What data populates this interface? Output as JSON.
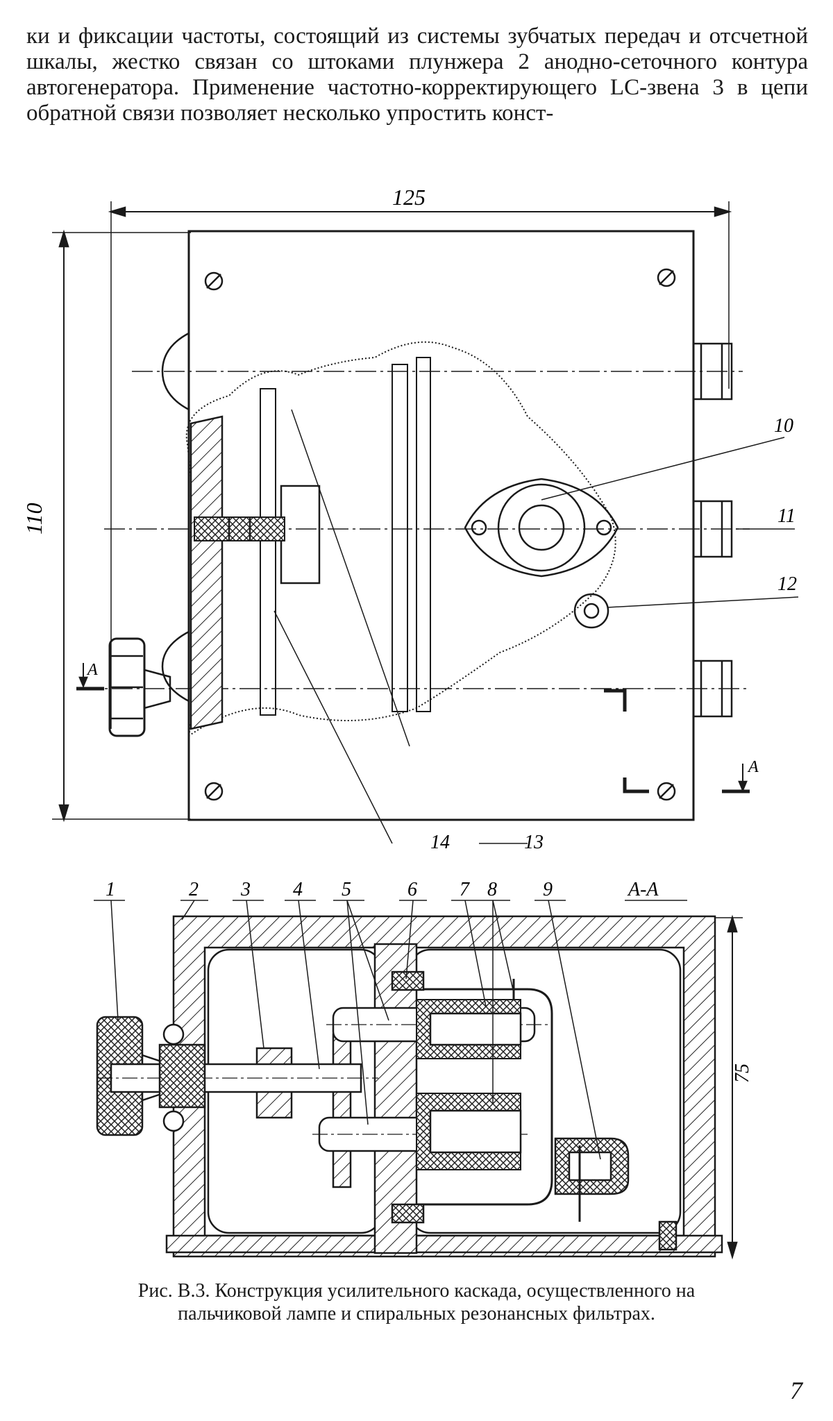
{
  "text": {
    "paragraph": "ки и фиксации частоты, состоящий из системы зубчатых передач и отсчетной шкалы, жестко связан со штоками плунжера 2 анодно-сеточного контура автогенератора. Применение частотно-корректирующего LC-звена 3 в цепи обратной связи позволяет несколько упростить конст-"
  },
  "figure": {
    "top_view": {
      "dim_width": "125",
      "dim_height": "110",
      "section_marks": [
        "A",
        "A"
      ],
      "callouts": [
        "10",
        "11",
        "12",
        "13",
        "14"
      ]
    },
    "section_view": {
      "title": "А-А",
      "dim_height": "75",
      "callouts": [
        "1",
        "2",
        "3",
        "4",
        "5",
        "6",
        "7",
        "8",
        "9"
      ]
    }
  },
  "caption": {
    "line1": "Рис. В.3. Конструкция усилительного каскада, осуществленного на",
    "line2": "пальчиковой лампе и спиральных резонансных фильтрах."
  },
  "page_number": "7"
}
